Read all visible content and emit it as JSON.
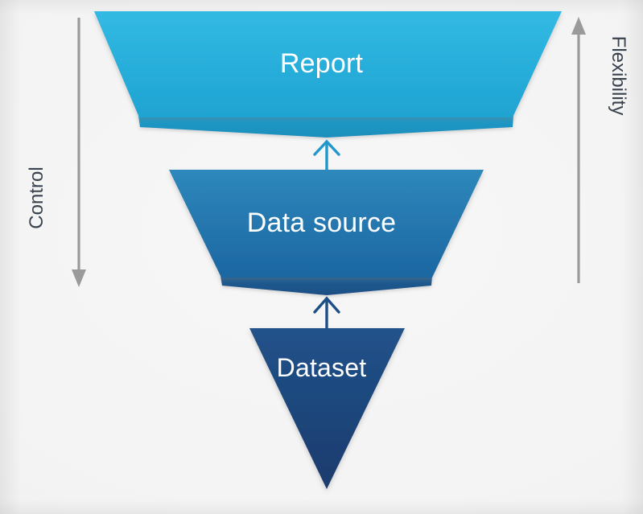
{
  "diagram": {
    "title": "Report / Data source / Dataset funnel",
    "background_color": "#f3f3f3",
    "stages": [
      {
        "id": "report",
        "label": "Report",
        "shape": "trapezoid",
        "level": 1,
        "fill_top": "#2fb6e0",
        "fill_bottom": "#21a5d4",
        "base_fill": "#1e96c4",
        "text_color": "#ffffff"
      },
      {
        "id": "data-source",
        "label": "Data source",
        "shape": "trapezoid",
        "level": 2,
        "fill_top": "#2b84b8",
        "fill_bottom": "#1d6aa6",
        "base_fill": "#1c5f97",
        "text_color": "#ffffff"
      },
      {
        "id": "dataset",
        "label": "Dataset",
        "shape": "inverted-triangle",
        "level": 3,
        "fill_top": "#1f4f86",
        "fill_bottom": "#1b3f72",
        "base_fill": "#1b3f72",
        "text_color": "#ffffff"
      }
    ],
    "connectors": [
      {
        "id": "dataset-to-data-source",
        "from": "dataset",
        "to": "data-source",
        "direction": "up",
        "color": "#1d4f87"
      },
      {
        "id": "data-source-to-report",
        "from": "data-source",
        "to": "report",
        "direction": "up",
        "color": "#2197cb"
      }
    ],
    "axes": [
      {
        "id": "control",
        "label": "Control",
        "side": "left",
        "direction": "down",
        "color": "#9a9a9a",
        "text_color": "#39434f"
      },
      {
        "id": "flexibility",
        "label": "Flexibility",
        "side": "right",
        "direction": "up",
        "color": "#9a9a9a",
        "text_color": "#39434f"
      }
    ]
  }
}
